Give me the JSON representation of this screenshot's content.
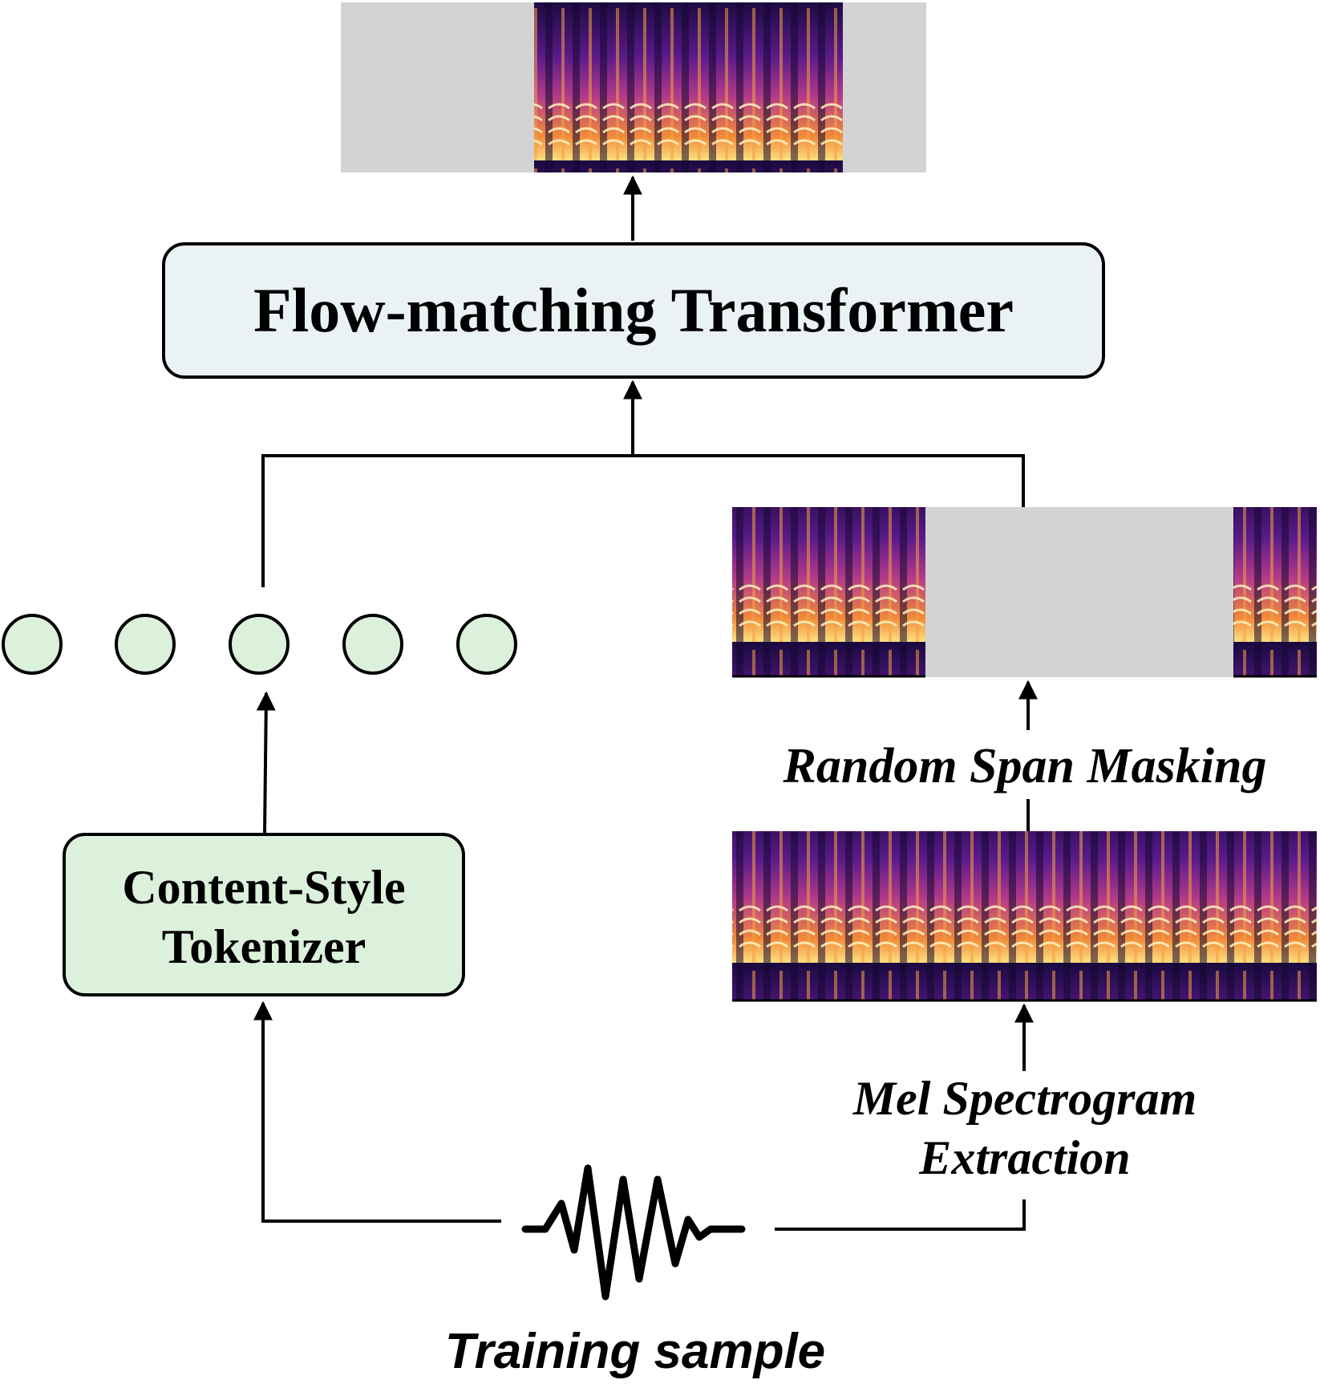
{
  "labels": {
    "transformer": "Flow-matching Transformer",
    "tokenizer_line1": "Content-Style",
    "tokenizer_line2": "Tokenizer",
    "masking": "Random Span Masking",
    "mel_line1": "Mel Spectrogram",
    "mel_line2": "Extraction",
    "training_sample": "Training sample"
  },
  "colors": {
    "transformer_fill": "#ebf2f6",
    "tokenizer_fill": "#dcf1dc",
    "token_fill": "#dcf1dc",
    "mask_gray": "#d3d3d3",
    "spectrogram_dark": "#1a0a40",
    "spectrogram_mid": "#7a2aa8",
    "spectrogram_hot": "#f5a040",
    "spectrogram_peak": "#fff4c0",
    "stroke": "#000000"
  },
  "tokens": {
    "count": 5
  },
  "icons": [
    "waveform-icon",
    "arrow-icon"
  ]
}
